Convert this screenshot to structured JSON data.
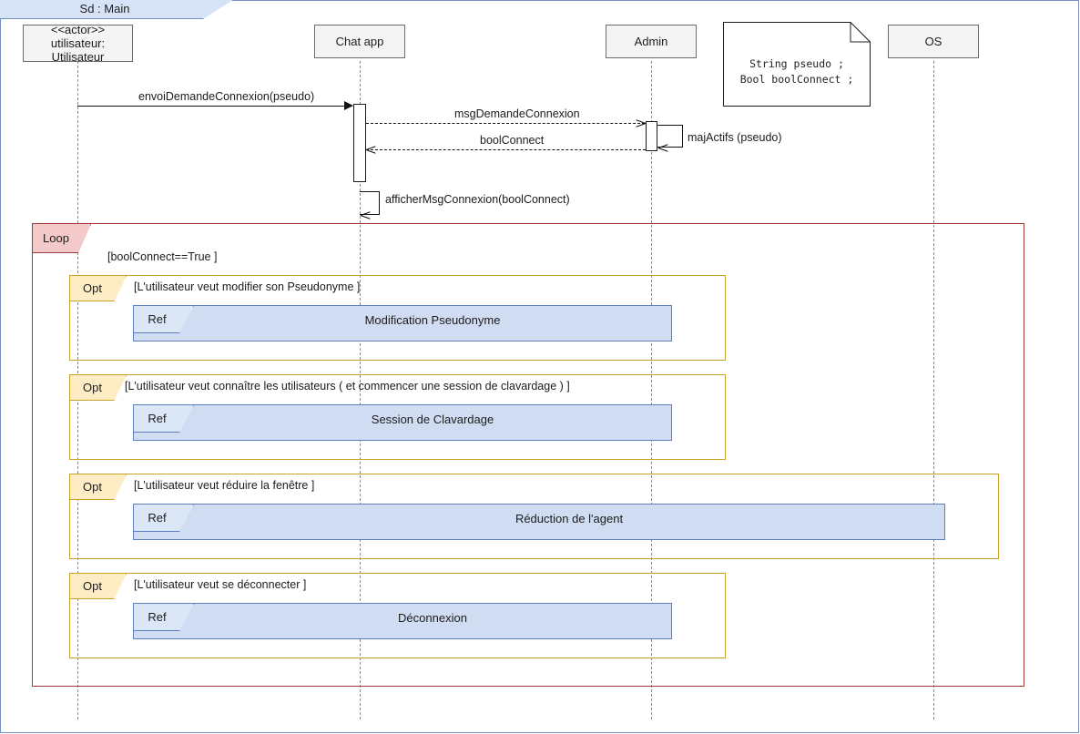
{
  "frame": {
    "label": "Sd :  Main"
  },
  "lifelines": [
    {
      "name": "utilisateur",
      "stereotype": "<<actor>>",
      "label": "utilisateur: Utilisateur"
    },
    {
      "name": "chat-app",
      "stereotype": "",
      "label": "Chat app"
    },
    {
      "name": "admin",
      "stereotype": "",
      "label": "Admin"
    },
    {
      "name": "os",
      "stereotype": "",
      "label": "OS"
    }
  ],
  "note": {
    "line1": "String pseudo ;",
    "line2": "Bool boolConnect ;"
  },
  "messages": [
    {
      "name": "envoi-demande-connexion",
      "label": "envoiDemandeConnexion(pseudo)",
      "kind": "sync"
    },
    {
      "name": "msg-demande-connexion",
      "label": "msgDemandeConnexion",
      "kind": "async-dashed"
    },
    {
      "name": "bool-connect",
      "label": "boolConnect",
      "kind": "return"
    },
    {
      "name": "maj-actifs",
      "label": "majActifs (pseudo)",
      "kind": "self"
    },
    {
      "name": "afficher-msg-connexion",
      "label": "afficherMsgConnexion(boolConnect)",
      "kind": "self"
    }
  ],
  "loop_fragment": {
    "operator": "Loop",
    "guard": "[boolConnect==True ]"
  },
  "opt_fragments": [
    {
      "operator": "Opt",
      "guard": "[L'utilisateur veut modifier son Pseudonyme ]",
      "ref": {
        "operator": "Ref",
        "title": "Modification Pseudonyme"
      }
    },
    {
      "operator": "Opt",
      "guard": "[L'utilisateur veut connaître les utilisateurs ( et commencer une session de clavardage ) ]",
      "ref": {
        "operator": "Ref",
        "title": "Session de Clavardage"
      }
    },
    {
      "operator": "Opt",
      "guard": "[L'utilisateur veut réduire la fenêtre ]",
      "ref": {
        "operator": "Ref",
        "title": "Réduction de l'agent"
      }
    },
    {
      "operator": "Opt",
      "guard": "[L'utilisateur veut se déconnecter ]",
      "ref": {
        "operator": "Ref",
        "title": "Déconnexion"
      }
    }
  ],
  "colors": {
    "frame_border": "#7390bf",
    "frame_tab_fill": "#d6e3f7",
    "loop_border": "#a4393a",
    "loop_tab_fill": "#f3c9c9",
    "opt_border": "#c9a227",
    "opt_tab_fill": "#fdecc4",
    "ref_fill": "#cfdcf2",
    "ref_border": "#5b7fc0",
    "lifeline_head_fill": "#f4f4f4"
  }
}
